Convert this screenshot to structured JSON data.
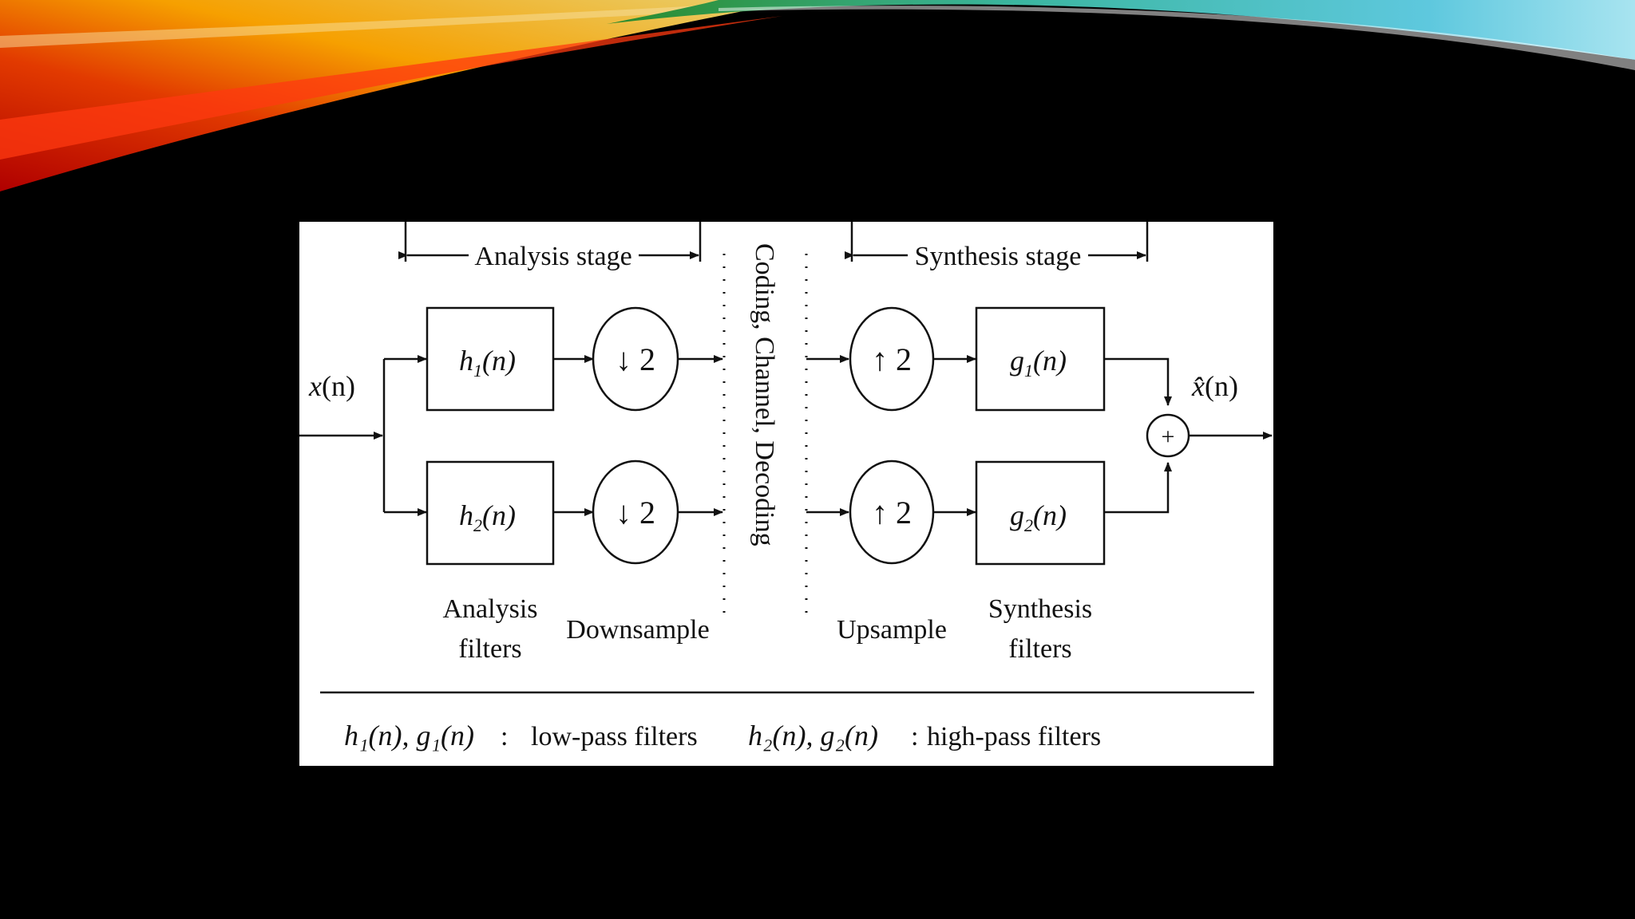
{
  "diagram": {
    "analysis_stage": "Analysis stage",
    "synthesis_stage": "Synthesis stage",
    "channel": "Coding, Channel, Decoding",
    "input": {
      "symbol": "x",
      "arg": "(n)"
    },
    "output": {
      "symbol": "x̂",
      "arg": "(n)"
    },
    "h1": {
      "base": "h",
      "sub": "1",
      "arg": "(n)"
    },
    "h2": {
      "base": "h",
      "sub": "2",
      "arg": "(n)"
    },
    "g1": {
      "base": "g",
      "sub": "1",
      "arg": "(n)"
    },
    "g2": {
      "base": "g",
      "sub": "2",
      "arg": "(n)"
    },
    "downsample_top": "↓ 2",
    "downsample_bottom": "↓ 2",
    "upsample_top": "↑ 2",
    "upsample_bottom": "↑ 2",
    "adder": "+",
    "labels": {
      "analysis_filters_1": "Analysis",
      "analysis_filters_2": "filters",
      "downsample": "Downsample",
      "upsample": "Upsample",
      "synthesis_filters_1": "Synthesis",
      "synthesis_filters_2": "filters"
    },
    "legend": {
      "low_terms": "h₁(n), g₁(n)",
      "low_sep": ":",
      "low_text": "low-pass filters",
      "high_terms": "h₂(n), g₂(n)",
      "high_sep": ":",
      "high_text": "high-pass filters"
    }
  },
  "colors": {
    "background": "#000000",
    "figure_background": "#ffffff",
    "ink": "#111111"
  }
}
